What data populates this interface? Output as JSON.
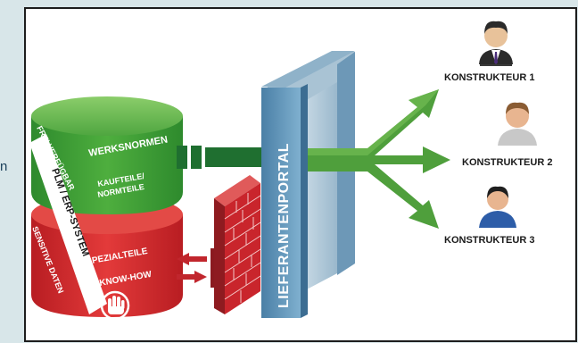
{
  "portal": {
    "label": "LIEFERANTENPORTAL"
  },
  "green_cylinder": {
    "title": "WERKSNORMEN",
    "subtitle_line1": "KAUFTEILE/",
    "subtitle_line2": "NORMTEILE",
    "side_label": "FREI VERFÜGBAR"
  },
  "red_cylinder": {
    "title": "SPEZIALTEILE",
    "subtitle": "KNOW-HOW",
    "side_label": "SENSITIVE DATEN"
  },
  "band": {
    "label": "PLM / ERP-SYSTEM"
  },
  "users": [
    {
      "name": "KONSTRUKTEUR 1",
      "icon": "user-suit-icon"
    },
    {
      "name": "KONSTRUKTEUR 2",
      "icon": "user-gray-icon"
    },
    {
      "name": "KONSTRUKTEUR 3",
      "icon": "user-blue-icon"
    }
  ],
  "side_mark": "n",
  "colors": {
    "green": "#3f9e3a",
    "red": "#d9262c",
    "portal_blue": "#5a8fb5",
    "arrow_green": "#4f9f3c",
    "wall_red": "#c1262d"
  }
}
